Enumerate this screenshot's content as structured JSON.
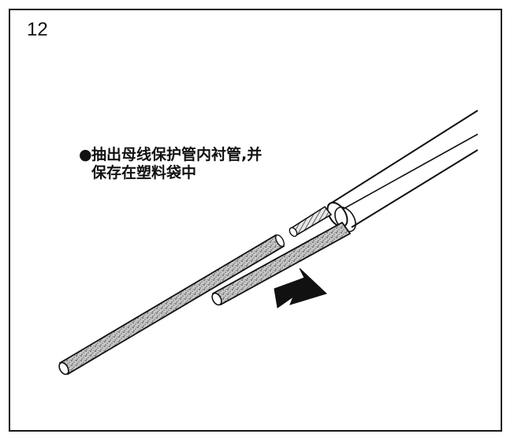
{
  "step": {
    "number": "12"
  },
  "caption": {
    "bullet": "●",
    "line1": "抽出母线保护管内衬管,并",
    "line2": "保存在塑料袋中"
  },
  "illustration": {
    "parts": [
      "protective-tube",
      "bus-bar-wire",
      "inner-liner-tube",
      "spare-liner-tube",
      "pull-direction-arrow"
    ]
  },
  "colors": {
    "line": "#111111",
    "liner_fill": "#9a9a9a",
    "background": "#ffffff"
  }
}
